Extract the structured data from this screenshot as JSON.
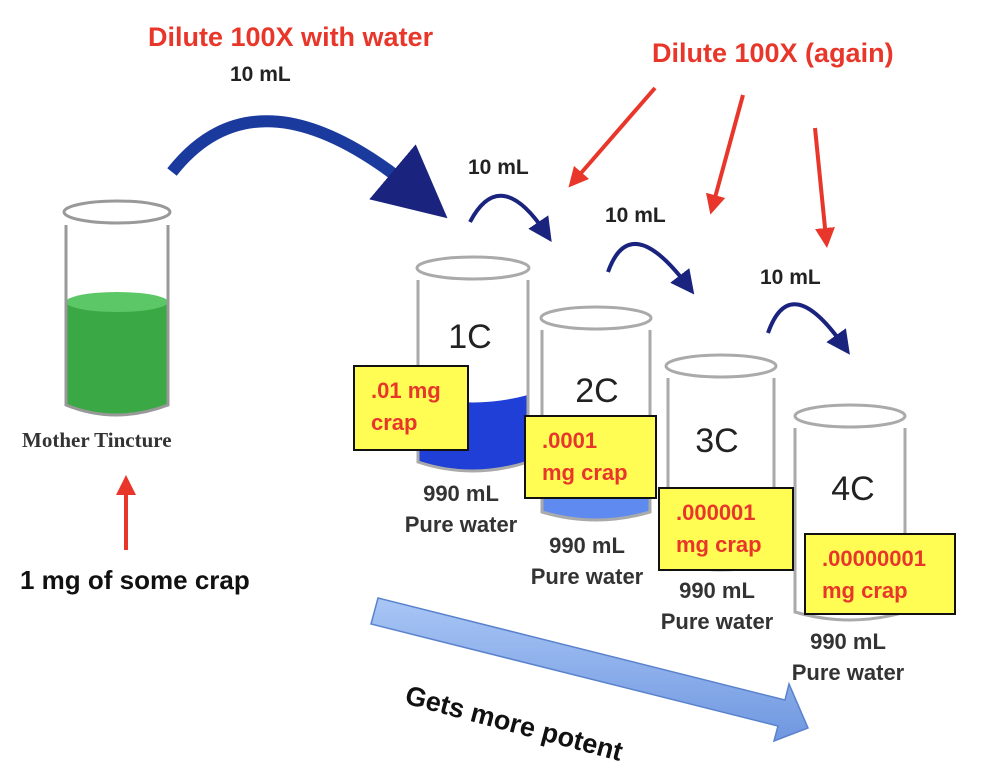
{
  "titles": {
    "dilute_first": "Dilute 100X with water",
    "dilute_again": "Dilute 100X (again)"
  },
  "transfer_labels": [
    "10 mL",
    "10 mL",
    "10 mL",
    "10 mL"
  ],
  "mother": {
    "label": "Mother Tincture",
    "note": "1 mg of some crap"
  },
  "jars": [
    {
      "label": "1C",
      "volume": "990 mL",
      "contents": "Pure water",
      "amount_line1": ".01 mg",
      "amount_line2": "crap"
    },
    {
      "label": "2C",
      "volume": "990 mL",
      "contents": "Pure water",
      "amount_line1": ".0001",
      "amount_line2": "mg crap"
    },
    {
      "label": "3C",
      "volume": "990 mL",
      "contents": "Pure water",
      "amount_line1": ".000001",
      "amount_line2": "mg crap"
    },
    {
      "label": "4C",
      "volume": "990 mL",
      "contents": "Pure water",
      "amount_line1": ".00000001",
      "amount_line2": "mg crap"
    }
  ],
  "trend": "Gets more potent",
  "colors": {
    "red": "#e8372a",
    "navy": "#1a237e",
    "note_bg": "#fffd54",
    "green": "#3aa845",
    "blue": "#1f3fd6",
    "trend_arrow": "#8fb4ee"
  }
}
